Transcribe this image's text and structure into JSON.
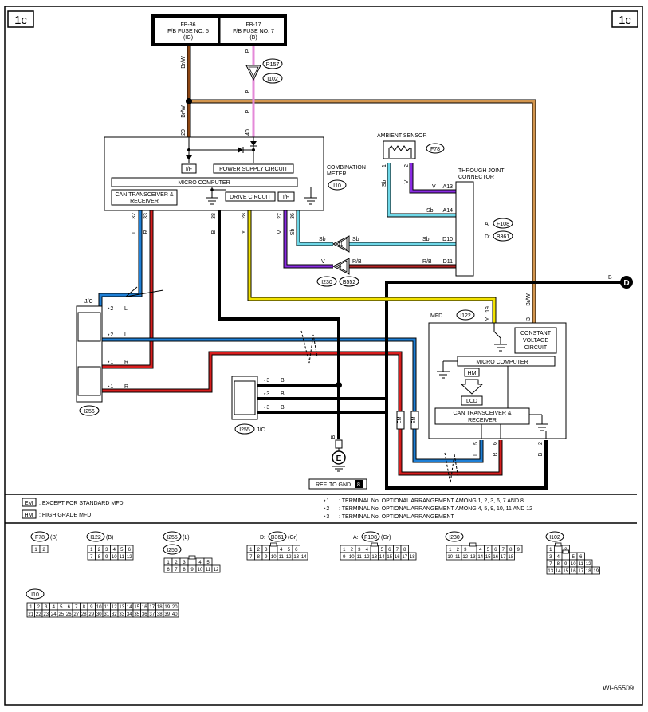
{
  "page": {
    "corner_left": "1c",
    "corner_right": "1c",
    "figure_id": "WI-65509"
  },
  "fuses": {
    "fb36_name": "FB-36",
    "fb36_desc": "F/B FUSE NO. 5",
    "fb36_circ": "(IG)",
    "fb17_name": "FB-17",
    "fb17_desc": "F/B FUSE NO. 7",
    "fb17_circ": "(B)"
  },
  "wire_colors": {
    "BrW": "#8B4513",
    "P": "#E48AD8",
    "L": "#1E7FD6",
    "R": "#D81E1E",
    "Y": "#F2E200",
    "V": "#8A2BE2",
    "Sb": "#6FD8E8",
    "RB": "#B22222",
    "B": "#000000"
  },
  "connectors_top": {
    "r157": "R157",
    "i102": "I102"
  },
  "combination_meter": {
    "title_line1": "COMBINATION",
    "title_line2": "METER",
    "ref": "I10",
    "if_label": "I/F",
    "psu": "POWER SUPPLY CIRCUIT",
    "micro": "MICRO COMPUTER",
    "can_line1": "CAN TRANSCEIVER &",
    "can_line2": "RECEIVER",
    "drive": "DRIVE CIRCUIT",
    "if2": "I/F",
    "pin20": "20",
    "pin40": "40",
    "pin32": "32",
    "pin33": "33",
    "pin38": "38",
    "pin28": "28",
    "pin27": "27",
    "pin36": "36"
  },
  "labels": {
    "brw": "Br/W",
    "p": "P",
    "l": "L",
    "r": "R",
    "b": "B",
    "y": "Y",
    "v": "V",
    "sb": "Sb",
    "rb": "R/B",
    "em": "EM"
  },
  "ambient": {
    "title": "AMBIENT SENSOR",
    "ref": "F78",
    "pin1": "1",
    "pin2": "2"
  },
  "through_joint": {
    "line1": "THROUGH JOINT",
    "line2": "CONNECTOR",
    "a13": "A13",
    "a14": "A14",
    "d10": "D10",
    "d11": "D11",
    "a_label": "A:",
    "a_ref": "F108",
    "d_label": "D:",
    "d_ref": "B361"
  },
  "inline": {
    "i230": "I230",
    "b552": "B552",
    "pin11": "11",
    "pin4": "4"
  },
  "ground_d": {
    "wire": "B",
    "letter": "D"
  },
  "mfd": {
    "title": "MFD",
    "ref": "I122",
    "const1": "CONSTANT",
    "const2": "VOLTAGE",
    "const3": "CIRCUIT",
    "micro": "MICRO COMPUTER",
    "hm": "HM",
    "lcd": "LCD",
    "can1": "CAN TRANSCEIVER &",
    "can2": "RECEIVER",
    "pin19": "19",
    "pin3": "3",
    "pin5": "5",
    "pin6": "6",
    "pin2": "2"
  },
  "jc_left": {
    "title": "J/C",
    "ref": "I256",
    "r1": "⋆2",
    "r2": "⋆2",
    "r3": "⋆1",
    "r4": "⋆1"
  },
  "jc_right": {
    "title": "J/C",
    "ref": "I255",
    "r1": "⋆3",
    "r2": "⋆3",
    "r3": "⋆3"
  },
  "ground_e": {
    "letter": "E",
    "ref_label": "REF. TO GND",
    "ref_page": "8"
  },
  "legend": {
    "em_tag": "EM",
    "em_text": ": EXCEPT FOR STANDARD MFD",
    "hm_tag": "HM",
    "hm_text": ": HIGH GRADE MFD",
    "n1_tag": "⋆1",
    "n1_text": ": TERMINAL No. OPTIONAL ARRANGEMENT AMONG 1, 2, 3, 6, 7 AND 8",
    "n2_tag": "⋆2",
    "n2_text": ": TERMINAL No. OPTIONAL ARRANGEMENT AMONG 4, 5, 9, 10, 11 AND 12",
    "n3_tag": "⋆3",
    "n3_text": ": TERMINAL No. OPTIONAL ARRANGEMENT"
  },
  "connector_views": [
    {
      "name": "F78",
      "color": "(B)",
      "rows": [
        [
          "1",
          "2"
        ]
      ]
    },
    {
      "name": "I122",
      "color": "(B)",
      "rows": [
        [
          "1",
          "2",
          "3",
          "4",
          "5",
          "6"
        ],
        [
          "7",
          "8",
          "9",
          "10",
          "11",
          "12"
        ]
      ]
    },
    {
      "name": "I255",
      "color": "(L)",
      "name2": "I256",
      "rows": [
        [
          "1",
          "2",
          "3",
          "",
          "4",
          "5"
        ],
        [
          "6",
          "7",
          "8",
          "9",
          "10",
          "11",
          "12"
        ]
      ]
    },
    {
      "name": "B361",
      "prefix": "D:",
      "color": "(Gr)",
      "rows": [
        [
          "1",
          "2",
          "3",
          "",
          "4",
          "5",
          "6"
        ],
        [
          "7",
          "8",
          "9",
          "10",
          "11",
          "12",
          "13",
          "14"
        ]
      ]
    },
    {
      "name": "F108",
      "prefix": "A:",
      "color": "(Gr)",
      "rows": [
        [
          "1",
          "2",
          "3",
          "4",
          "",
          "5",
          "6",
          "7",
          "8"
        ],
        [
          "9",
          "10",
          "11",
          "12",
          "13",
          "14",
          "15",
          "16",
          "17",
          "18"
        ]
      ]
    },
    {
      "name": "I230",
      "color": "",
      "rows": [
        [
          "1",
          "2",
          "3",
          "",
          "4",
          "5",
          "6",
          "7",
          "8",
          "9"
        ],
        [
          "10",
          "11",
          "12",
          "13",
          "14",
          "15",
          "16",
          "17",
          "18"
        ]
      ]
    },
    {
      "name": "I102",
      "color": "",
      "rows": [
        [
          "1",
          "",
          "2"
        ],
        [
          "3",
          "4",
          "",
          "5",
          "6"
        ],
        [
          "7",
          "8",
          "9",
          "10",
          "11",
          "12"
        ],
        [
          "13",
          "14",
          "15",
          "16",
          "17",
          "18",
          "19"
        ]
      ]
    },
    {
      "name": "I10",
      "color": "",
      "rows": [
        [
          "1",
          "2",
          "3",
          "4",
          "5",
          "6",
          "7",
          "8",
          "9",
          "10",
          "11",
          "12",
          "13",
          "14",
          "15",
          "16",
          "17",
          "18",
          "19",
          "20"
        ],
        [
          "21",
          "22",
          "23",
          "24",
          "25",
          "26",
          "27",
          "28",
          "29",
          "30",
          "31",
          "32",
          "33",
          "34",
          "35",
          "36",
          "37",
          "38",
          "39",
          "40"
        ]
      ]
    }
  ]
}
